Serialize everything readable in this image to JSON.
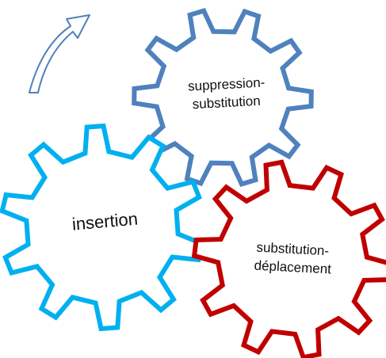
{
  "colors": {
    "background": "#ffffff",
    "gear_blue_steel": "#4f81bd",
    "gear_cyan": "#00b0f0",
    "gear_red": "#c00000",
    "arrow_outline": "#4f81bd",
    "text": "#111111"
  },
  "arrow": {
    "icon": "curved-arrow-icon"
  },
  "gears": [
    {
      "id": "suppression",
      "label_lines": [
        "suppression-",
        "substitution"
      ],
      "color_key": "gear_blue_steel"
    },
    {
      "id": "insertion",
      "label_lines": [
        "insertion"
      ],
      "color_key": "gear_cyan"
    },
    {
      "id": "deplacement",
      "label_lines": [
        "substitution-",
        "déplacement"
      ],
      "color_key": "gear_red"
    }
  ]
}
